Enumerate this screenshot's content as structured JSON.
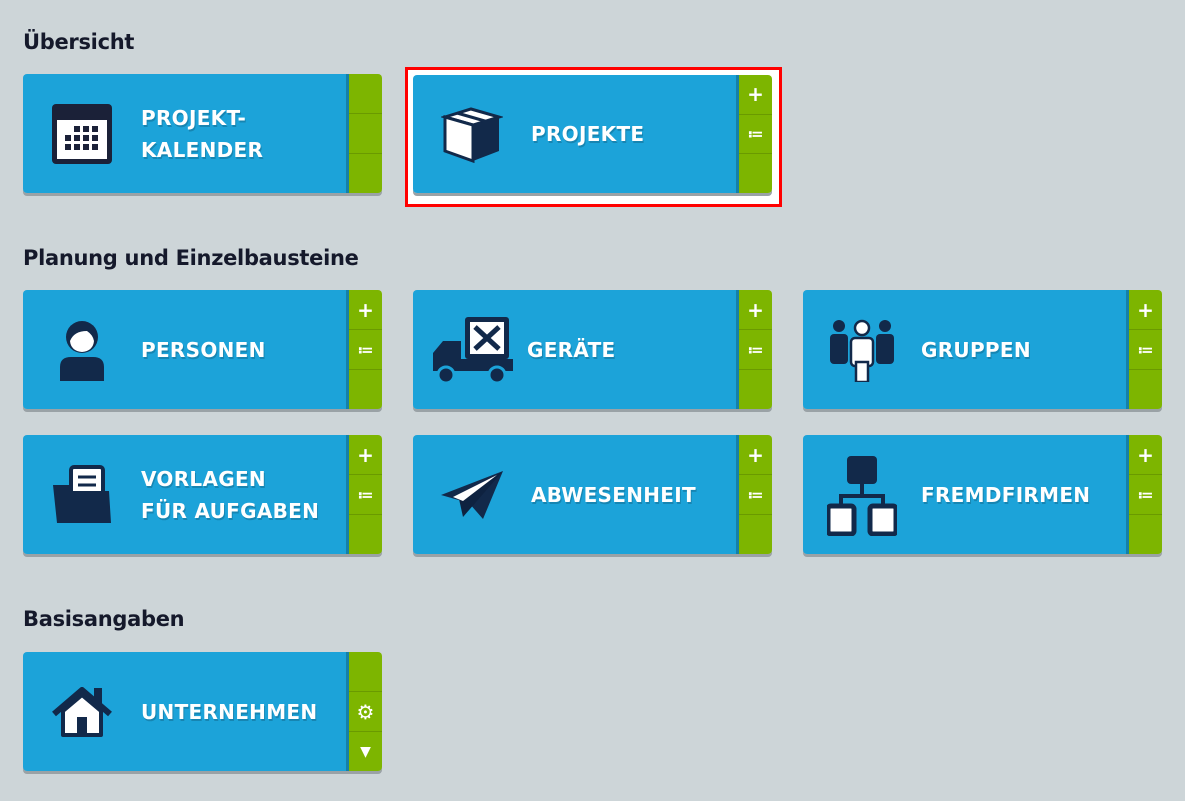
{
  "sections": {
    "overview": "Übersicht",
    "planning": "Planung und Einzelbausteine",
    "basics": "Basisangaben"
  },
  "tiles": {
    "kalender": {
      "line1": "PROJEKT-",
      "line2": "KALENDER"
    },
    "projekte": {
      "label": "PROJEKTE"
    },
    "personen": {
      "label": "PERSONEN"
    },
    "geraete": {
      "label": "GERÄTE"
    },
    "gruppen": {
      "label": "GRUPPEN"
    },
    "vorlagen": {
      "line1": "VORLAGEN",
      "line2": "FÜR AUFGABEN"
    },
    "abwesenheit": {
      "label": "ABWESENHEIT"
    },
    "fremdfirmen": {
      "label": "FREMDFIRMEN"
    },
    "unternehmen": {
      "label": "UNTERNEHMEN"
    }
  },
  "actions": {
    "add": "+",
    "list": "≔",
    "settings": "⚙",
    "expand": "▼"
  },
  "colors": {
    "tile": "#1ca3d9",
    "side": "#7db500",
    "highlight": "#ff0000"
  }
}
